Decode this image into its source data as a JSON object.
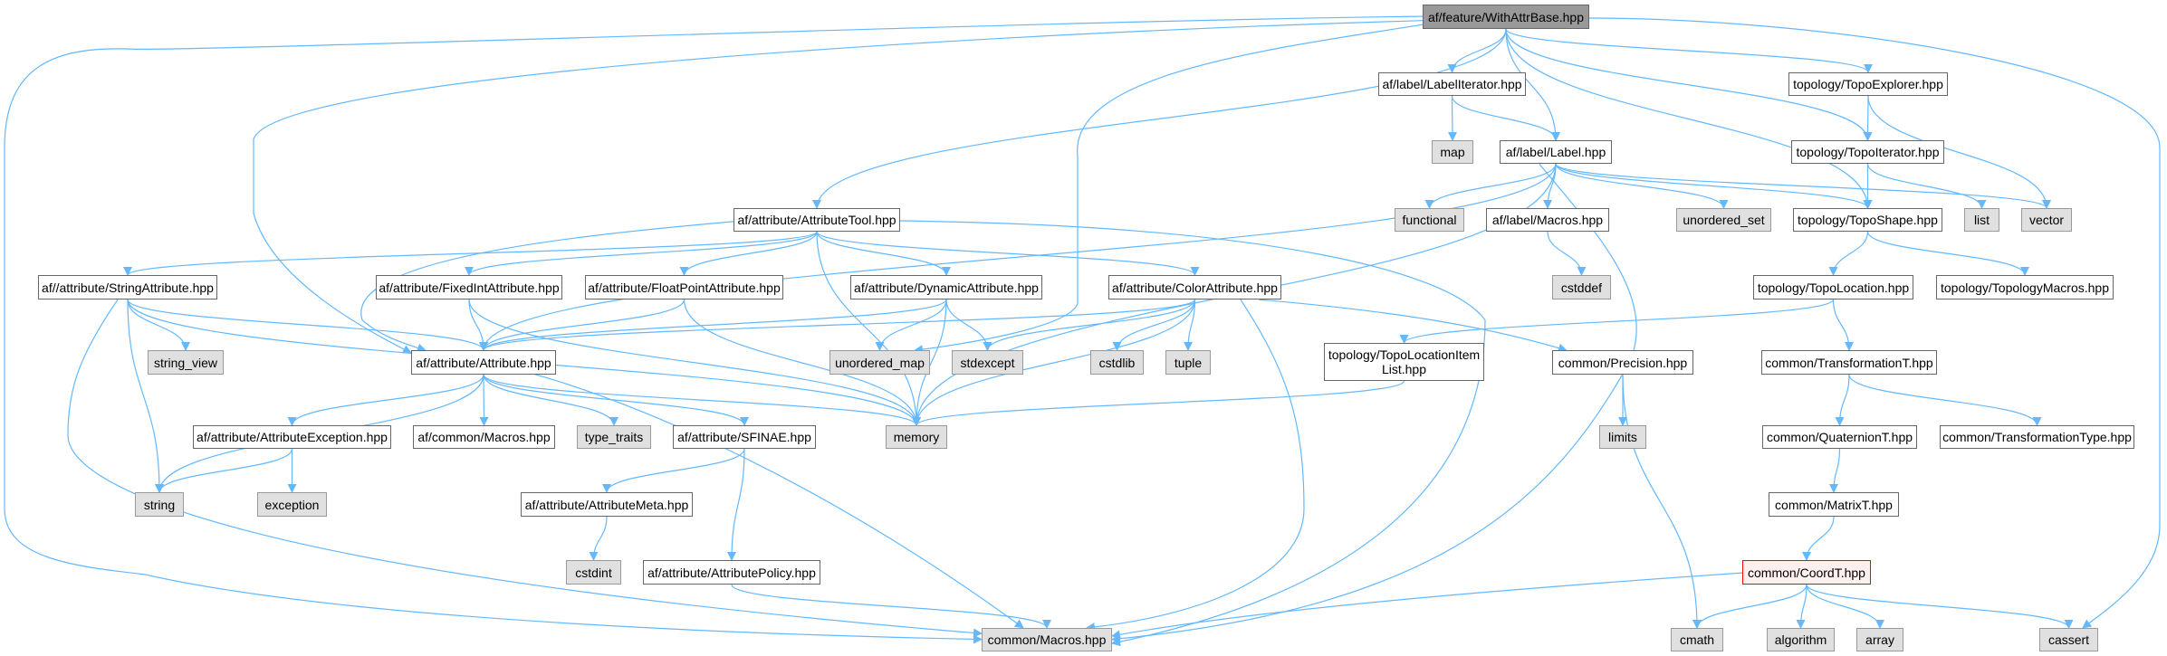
{
  "graph": {
    "title": "af/feature/WithAttrBase.hpp",
    "edge_color": "#63b8ff",
    "nodes": [
      {
        "id": "root",
        "label": "af/feature/WithAttrBase.hpp",
        "kind": "root"
      },
      {
        "id": "labelIter",
        "label": "af/label/LabelIterator.hpp",
        "kind": "normal"
      },
      {
        "id": "map",
        "label": "map",
        "kind": "sys"
      },
      {
        "id": "label",
        "label": "af/label/Label.hpp",
        "kind": "normal"
      },
      {
        "id": "topoExplorer",
        "label": "topology/TopoExplorer.hpp",
        "kind": "normal"
      },
      {
        "id": "topoIter",
        "label": "topology/TopoIterator.hpp",
        "kind": "normal"
      },
      {
        "id": "attrTool",
        "label": "af/attribute/AttributeTool.hpp",
        "kind": "normal"
      },
      {
        "id": "functional",
        "label": "functional",
        "kind": "sys"
      },
      {
        "id": "labelMacros",
        "label": "af/label/Macros.hpp",
        "kind": "normal"
      },
      {
        "id": "unorderedSet",
        "label": "unordered_set",
        "kind": "sys"
      },
      {
        "id": "topoShape",
        "label": "topology/TopoShape.hpp",
        "kind": "normal"
      },
      {
        "id": "list",
        "label": "list",
        "kind": "sys"
      },
      {
        "id": "vector",
        "label": "vector",
        "kind": "sys"
      },
      {
        "id": "stringAttr",
        "label": "af//attribute/StringAttribute.hpp",
        "kind": "normal"
      },
      {
        "id": "fixedInt",
        "label": "af/attribute/FixedIntAttribute.hpp",
        "kind": "normal"
      },
      {
        "id": "floatPoint",
        "label": "af/attribute/FloatPointAttribute.hpp",
        "kind": "normal"
      },
      {
        "id": "dynAttr",
        "label": "af/attribute/DynamicAttribute.hpp",
        "kind": "normal"
      },
      {
        "id": "colorAttr",
        "label": "af/attribute/ColorAttribute.hpp",
        "kind": "normal"
      },
      {
        "id": "cstddef",
        "label": "cstddef",
        "kind": "sys"
      },
      {
        "id": "topoLocation",
        "label": "topology/TopoLocation.hpp",
        "kind": "normal"
      },
      {
        "id": "topologyMacros",
        "label": "topology/TopologyMacros.hpp",
        "kind": "normal"
      },
      {
        "id": "attribute",
        "label": "af/attribute/Attribute.hpp",
        "kind": "normal"
      },
      {
        "id": "stringView",
        "label": "string_view",
        "kind": "sys"
      },
      {
        "id": "unorderedMap",
        "label": "unordered_map",
        "kind": "sys"
      },
      {
        "id": "stdexcept",
        "label": "stdexcept",
        "kind": "sys"
      },
      {
        "id": "cstdlib",
        "label": "cstdlib",
        "kind": "sys"
      },
      {
        "id": "tuple",
        "label": "tuple",
        "kind": "sys"
      },
      {
        "id": "topoLocItemList",
        "label": "topology/TopoLocationItem\nList.hpp",
        "kind": "normal"
      },
      {
        "id": "precision",
        "label": "common/Precision.hpp",
        "kind": "normal"
      },
      {
        "id": "transformationT",
        "label": "common/TransformationT.hpp",
        "kind": "normal"
      },
      {
        "id": "attrException",
        "label": "af/attribute/AttributeException.hpp",
        "kind": "normal"
      },
      {
        "id": "afCommonMacros",
        "label": "af/common/Macros.hpp",
        "kind": "normal"
      },
      {
        "id": "typeTraits",
        "label": "type_traits",
        "kind": "sys"
      },
      {
        "id": "sfinae",
        "label": "af/attribute/SFINAE.hpp",
        "kind": "normal"
      },
      {
        "id": "memory",
        "label": "memory",
        "kind": "sys"
      },
      {
        "id": "limits",
        "label": "limits",
        "kind": "sys"
      },
      {
        "id": "quaternionT",
        "label": "common/QuaternionT.hpp",
        "kind": "normal"
      },
      {
        "id": "transformationType",
        "label": "common/TransformationType.hpp",
        "kind": "normal"
      },
      {
        "id": "string",
        "label": "string",
        "kind": "sys"
      },
      {
        "id": "exception",
        "label": "exception",
        "kind": "sys"
      },
      {
        "id": "attrMeta",
        "label": "af/attribute/AttributeMeta.hpp",
        "kind": "normal"
      },
      {
        "id": "matrixT",
        "label": "common/MatrixT.hpp",
        "kind": "normal"
      },
      {
        "id": "cstdint",
        "label": "cstdint",
        "kind": "sys"
      },
      {
        "id": "attrPolicy",
        "label": "af/attribute/AttributePolicy.hpp",
        "kind": "normal"
      },
      {
        "id": "coordT",
        "label": "common/CoordT.hpp",
        "kind": "hl"
      },
      {
        "id": "commonMacros",
        "label": "common/Macros.hpp",
        "kind": "sys"
      },
      {
        "id": "cmath",
        "label": "cmath",
        "kind": "sys"
      },
      {
        "id": "algorithm",
        "label": "algorithm",
        "kind": "sys"
      },
      {
        "id": "array",
        "label": "array",
        "kind": "sys"
      },
      {
        "id": "cassert",
        "label": "cassert",
        "kind": "sys"
      }
    ],
    "edges": [
      [
        "root",
        "attrTool"
      ],
      [
        "root",
        "unorderedMap"
      ],
      [
        "root",
        "labelIter"
      ],
      [
        "root",
        "label"
      ],
      [
        "root",
        "topoExplorer"
      ],
      [
        "root",
        "topoIter"
      ],
      [
        "root",
        "topoShape"
      ],
      [
        "root",
        "attribute"
      ],
      [
        "root",
        "commonMacros"
      ],
      [
        "root",
        "cassert"
      ],
      [
        "labelIter",
        "map"
      ],
      [
        "labelIter",
        "label"
      ],
      [
        "label",
        "attribute"
      ],
      [
        "label",
        "functional"
      ],
      [
        "label",
        "labelMacros"
      ],
      [
        "label",
        "unorderedSet"
      ],
      [
        "label",
        "topoShape"
      ],
      [
        "label",
        "vector"
      ],
      [
        "label",
        "memory"
      ],
      [
        "label",
        "commonMacros"
      ],
      [
        "topoExplorer",
        "topoIter"
      ],
      [
        "topoExplorer",
        "vector"
      ],
      [
        "topoIter",
        "topoShape"
      ],
      [
        "topoIter",
        "list"
      ],
      [
        "topoShape",
        "topoLocation"
      ],
      [
        "topoShape",
        "topologyMacros"
      ],
      [
        "topoLocation",
        "topoLocItemList"
      ],
      [
        "topoLocation",
        "transformationT"
      ],
      [
        "topoLocItemList",
        "memory"
      ],
      [
        "transformationT",
        "quaternionT"
      ],
      [
        "transformationT",
        "transformationType"
      ],
      [
        "quaternionT",
        "matrixT"
      ],
      [
        "matrixT",
        "coordT"
      ],
      [
        "coordT",
        "cmath"
      ],
      [
        "coordT",
        "algorithm"
      ],
      [
        "coordT",
        "array"
      ],
      [
        "coordT",
        "cassert"
      ],
      [
        "coordT",
        "commonMacros"
      ],
      [
        "precision",
        "limits"
      ],
      [
        "precision",
        "cmath"
      ],
      [
        "labelMacros",
        "cstddef"
      ],
      [
        "attrTool",
        "stringAttr"
      ],
      [
        "attrTool",
        "fixedInt"
      ],
      [
        "attrTool",
        "floatPoint"
      ],
      [
        "attrTool",
        "dynAttr"
      ],
      [
        "attrTool",
        "colorAttr"
      ],
      [
        "attrTool",
        "attribute"
      ],
      [
        "attrTool",
        "memory"
      ],
      [
        "attrTool",
        "commonMacros"
      ],
      [
        "stringAttr",
        "stringView"
      ],
      [
        "stringAttr",
        "string"
      ],
      [
        "stringAttr",
        "attribute"
      ],
      [
        "stringAttr",
        "memory"
      ],
      [
        "stringAttr",
        "commonMacros"
      ],
      [
        "fixedInt",
        "attribute"
      ],
      [
        "fixedInt",
        "memory"
      ],
      [
        "floatPoint",
        "attribute"
      ],
      [
        "floatPoint",
        "memory"
      ],
      [
        "dynAttr",
        "attribute"
      ],
      [
        "dynAttr",
        "unorderedMap"
      ],
      [
        "dynAttr",
        "stdexcept"
      ],
      [
        "dynAttr",
        "memory"
      ],
      [
        "colorAttr",
        "attribute"
      ],
      [
        "colorAttr",
        "stdexcept"
      ],
      [
        "colorAttr",
        "cstdlib"
      ],
      [
        "colorAttr",
        "tuple"
      ],
      [
        "colorAttr",
        "memory"
      ],
      [
        "colorAttr",
        "commonMacros"
      ],
      [
        "colorAttr",
        "precision"
      ],
      [
        "attribute",
        "string"
      ],
      [
        "attribute",
        "attrException"
      ],
      [
        "attribute",
        "afCommonMacros"
      ],
      [
        "attribute",
        "typeTraits"
      ],
      [
        "attribute",
        "sfinae"
      ],
      [
        "attribute",
        "memory"
      ],
      [
        "attribute",
        "commonMacros"
      ],
      [
        "attrException",
        "string"
      ],
      [
        "attrException",
        "exception"
      ],
      [
        "sfinae",
        "attrMeta"
      ],
      [
        "sfinae",
        "attrPolicy"
      ],
      [
        "attrMeta",
        "cstdint"
      ],
      [
        "attrPolicy",
        "commonMacros"
      ]
    ]
  }
}
